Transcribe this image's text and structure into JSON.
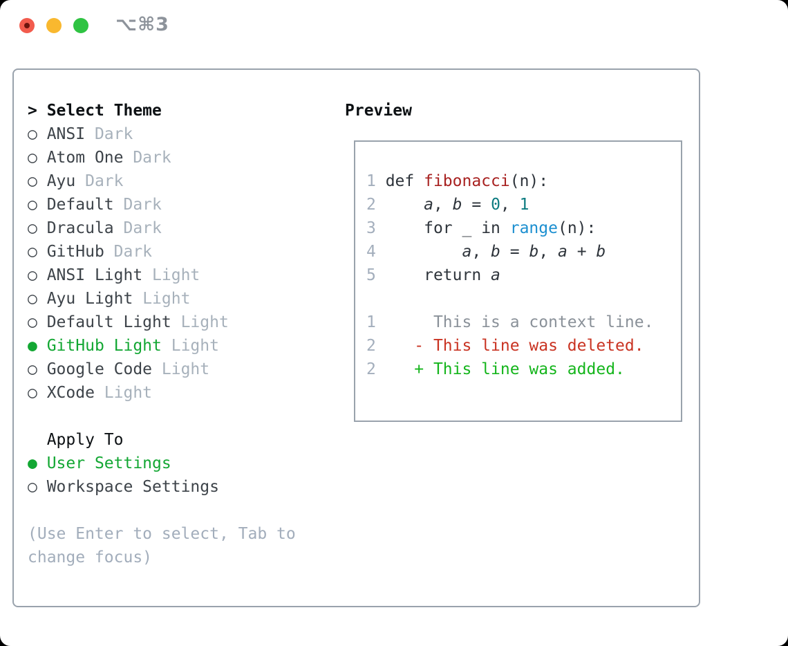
{
  "window": {
    "shortcut": "⌥⌘3"
  },
  "glyphs": {
    "header_prefix": "> ",
    "apply_prefix": "  ",
    "radio_unselected": "○",
    "radio_selected": "●"
  },
  "theme_panel": {
    "header": "Select Theme",
    "themes": [
      {
        "name": "ANSI",
        "variant": "Dark",
        "selected": false
      },
      {
        "name": "Atom One",
        "variant": "Dark",
        "selected": false
      },
      {
        "name": "Ayu",
        "variant": "Dark",
        "selected": false
      },
      {
        "name": "Default",
        "variant": "Dark",
        "selected": false
      },
      {
        "name": "Dracula",
        "variant": "Dark",
        "selected": false
      },
      {
        "name": "GitHub",
        "variant": "Dark",
        "selected": false
      },
      {
        "name": "ANSI Light",
        "variant": "Light",
        "selected": false
      },
      {
        "name": "Ayu Light",
        "variant": "Light",
        "selected": false
      },
      {
        "name": "Default Light",
        "variant": "Light",
        "selected": false
      },
      {
        "name": "GitHub Light",
        "variant": "Light",
        "selected": true
      },
      {
        "name": "Google Code",
        "variant": "Light",
        "selected": false
      },
      {
        "name": "XCode",
        "variant": "Light",
        "selected": false
      }
    ],
    "apply_to": {
      "header": "Apply To",
      "options": [
        {
          "name": "User Settings",
          "selected": true
        },
        {
          "name": "Workspace Settings",
          "selected": false
        }
      ]
    },
    "hint": "(Use Enter to select, Tab to change focus)"
  },
  "preview": {
    "header": "Preview",
    "code_lines": [
      {
        "tokens": [
          [
            "ln",
            "1 "
          ],
          [
            "kw",
            "def "
          ],
          [
            "fn",
            "fibonacci"
          ],
          [
            "pl",
            "(n):"
          ]
        ]
      },
      {
        "tokens": [
          [
            "ln",
            "2 "
          ],
          [
            "pl",
            "    "
          ],
          [
            "var",
            "a"
          ],
          [
            "pl",
            ", "
          ],
          [
            "var",
            "b"
          ],
          [
            "pl",
            " = "
          ],
          [
            "num",
            "0"
          ],
          [
            "pl",
            ", "
          ],
          [
            "num",
            "1"
          ]
        ]
      },
      {
        "tokens": [
          [
            "ln",
            "3 "
          ],
          [
            "pl",
            "    "
          ],
          [
            "kw",
            "for "
          ],
          [
            "pl",
            "_ "
          ],
          [
            "kw",
            "in "
          ],
          [
            "bi",
            "range"
          ],
          [
            "pl",
            "(n):"
          ]
        ]
      },
      {
        "tokens": [
          [
            "ln",
            "4 "
          ],
          [
            "pl",
            "        "
          ],
          [
            "var",
            "a"
          ],
          [
            "pl",
            ", "
          ],
          [
            "var",
            "b"
          ],
          [
            "pl",
            " = "
          ],
          [
            "var",
            "b"
          ],
          [
            "pl",
            ", "
          ],
          [
            "var",
            "a"
          ],
          [
            "pl",
            " + "
          ],
          [
            "var",
            "b"
          ]
        ]
      },
      {
        "tokens": [
          [
            "ln",
            "5 "
          ],
          [
            "pl",
            "    "
          ],
          [
            "kw",
            "return "
          ],
          [
            "var",
            "a"
          ]
        ]
      }
    ],
    "diff_lines": [
      {
        "kind": "context",
        "tokens": [
          [
            "ln",
            "1"
          ],
          [
            "ctx",
            "      This is a context line."
          ]
        ]
      },
      {
        "kind": "deleted",
        "tokens": [
          [
            "ln",
            "2"
          ],
          [
            "del",
            "    - This line was deleted."
          ]
        ]
      },
      {
        "kind": "added",
        "tokens": [
          [
            "ln",
            "2"
          ],
          [
            "add",
            "    + This line was added."
          ]
        ]
      }
    ]
  },
  "colors": {
    "traffic_red": "#f25b4d",
    "traffic_yellow": "#f9b82f",
    "traffic_green": "#2fc342",
    "shortcut_gray": "#8d939b",
    "border": "#99a2ac",
    "text_heading": "#0c1013",
    "text_dark": "#3d4349",
    "muted": "#a7b1bb",
    "hint": "#a2adbb",
    "accent_green": "#13a733",
    "code_text": "#2e343b",
    "line_number": "#a3aebc",
    "fn_red": "#a82221",
    "num_teal": "#0c7b80",
    "builtin_blue": "#1c8fd0",
    "ctx_gray": "#8a9199",
    "del_red": "#c93322",
    "add_green": "#15b51c"
  }
}
